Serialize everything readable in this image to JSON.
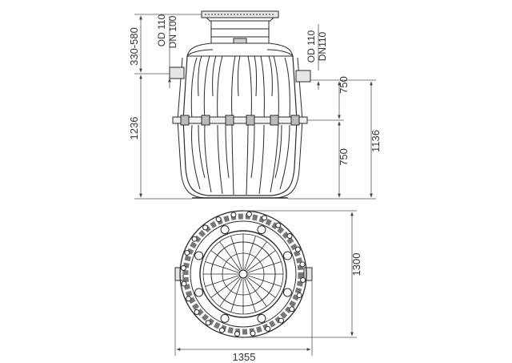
{
  "side_view": {
    "dim_top_height": "330-580",
    "dim_total_height": "1236",
    "dim_inlet_od": "OD 110",
    "dim_inlet_dn": "DN 100",
    "dim_outlet_od": "OD 110",
    "dim_outlet_dn": "DN110",
    "dim_outlet_to_bottom": "1136",
    "dim_upper_750": "750",
    "dim_lower_750": "750"
  },
  "top_view": {
    "dim_diameter_vertical": "1300",
    "dim_diameter_horizontal": "1355"
  },
  "colors": {
    "line": "#2a2a2a",
    "dim_line": "#555555",
    "background": "#ffffff"
  }
}
